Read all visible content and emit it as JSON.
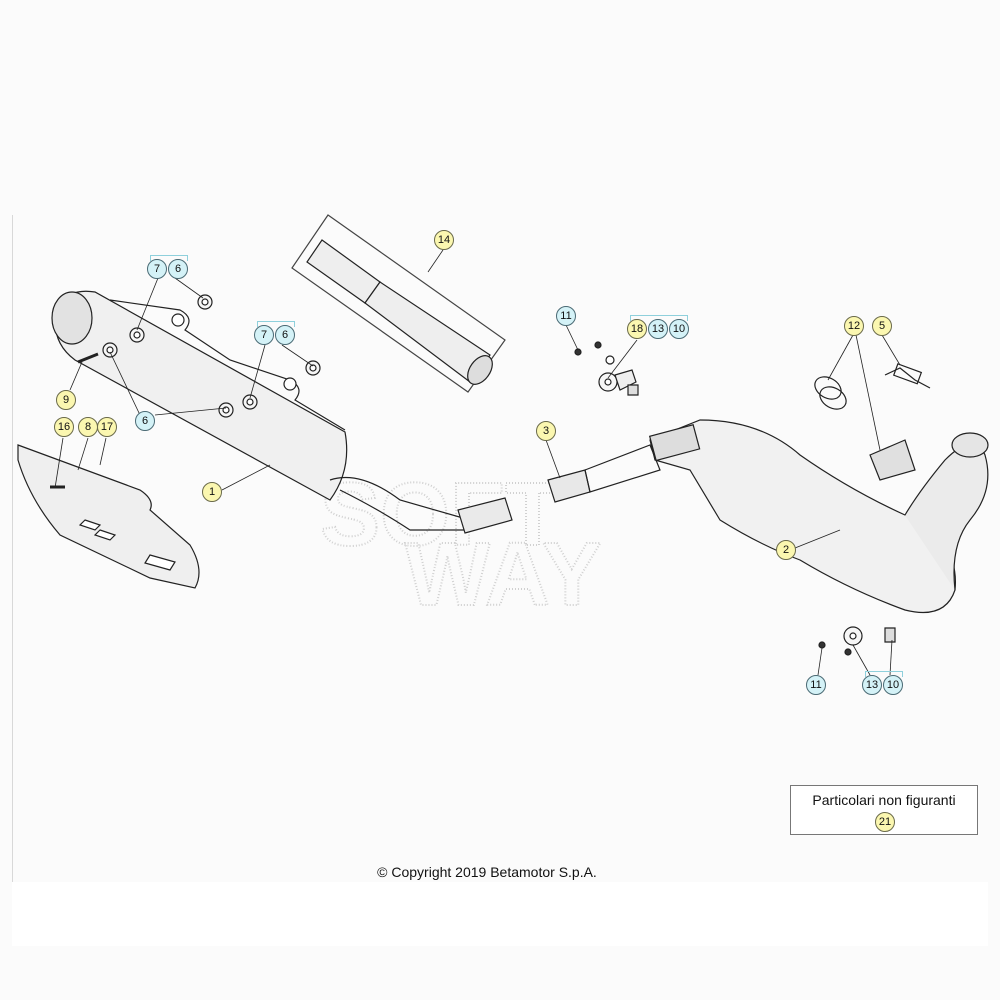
{
  "callouts": [
    {
      "id": "c14",
      "label": "14",
      "style": "y"
    },
    {
      "id": "c7a",
      "label": "7",
      "style": "b"
    },
    {
      "id": "c6a",
      "label": "6",
      "style": "b"
    },
    {
      "id": "c7b",
      "label": "7",
      "style": "b"
    },
    {
      "id": "c6b",
      "label": "6",
      "style": "b"
    },
    {
      "id": "c6c",
      "label": "6",
      "style": "b"
    },
    {
      "id": "c9",
      "label": "9",
      "style": "y"
    },
    {
      "id": "c16",
      "label": "16",
      "style": "y"
    },
    {
      "id": "c8",
      "label": "8",
      "style": "y"
    },
    {
      "id": "c17",
      "label": "17",
      "style": "y"
    },
    {
      "id": "c1",
      "label": "1",
      "style": "y"
    },
    {
      "id": "c11a",
      "label": "11",
      "style": "b"
    },
    {
      "id": "c18",
      "label": "18",
      "style": "y"
    },
    {
      "id": "c13a",
      "label": "13",
      "style": "b"
    },
    {
      "id": "c10a",
      "label": "10",
      "style": "b"
    },
    {
      "id": "c3",
      "label": "3",
      "style": "y"
    },
    {
      "id": "c12",
      "label": "12",
      "style": "y"
    },
    {
      "id": "c5",
      "label": "5",
      "style": "y"
    },
    {
      "id": "c2",
      "label": "2",
      "style": "y"
    },
    {
      "id": "c11b",
      "label": "11",
      "style": "b"
    },
    {
      "id": "c13b",
      "label": "13",
      "style": "b"
    },
    {
      "id": "c10b",
      "label": "10",
      "style": "b"
    }
  ],
  "legend": {
    "title": "Particolari non figuranti",
    "item": "21"
  },
  "watermark": {
    "line1": "SOFT",
    "line2": "WAY"
  },
  "copyright": "© Copyright 2019 Betamotor S.p.A.",
  "colors": {
    "callout_yellow": "#fbf7b0",
    "callout_blue": "#d4f2f7",
    "line": "#222222"
  }
}
